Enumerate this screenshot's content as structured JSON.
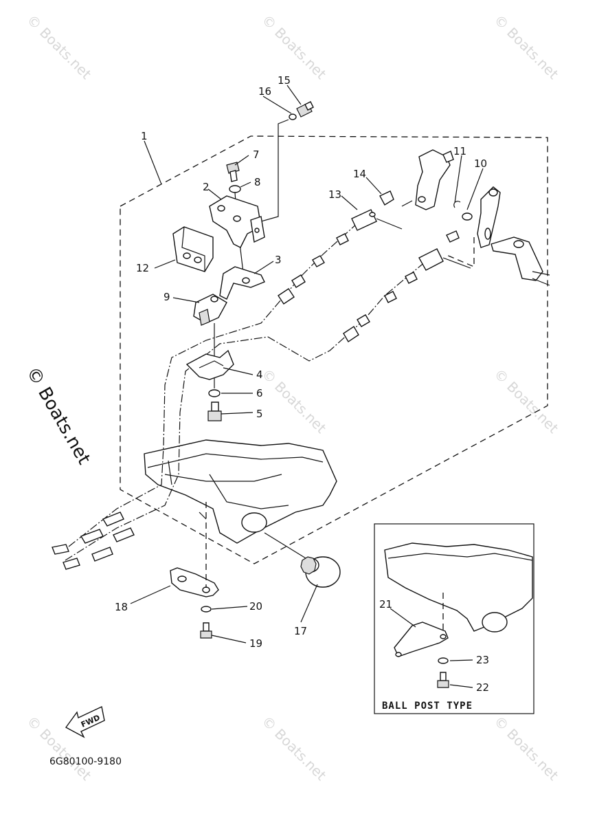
{
  "diagram": {
    "part_numbers": [
      "1",
      "2",
      "3",
      "4",
      "5",
      "6",
      "7",
      "8",
      "9",
      "10",
      "11",
      "12",
      "13",
      "14",
      "15",
      "16",
      "17",
      "18",
      "19",
      "20",
      "21",
      "22",
      "23"
    ],
    "inset_label": "BALL POST TYPE",
    "fwd_label": "FWD",
    "drawing_code": "6G80100-9180"
  },
  "watermark": {
    "text": "© Boats.net"
  }
}
